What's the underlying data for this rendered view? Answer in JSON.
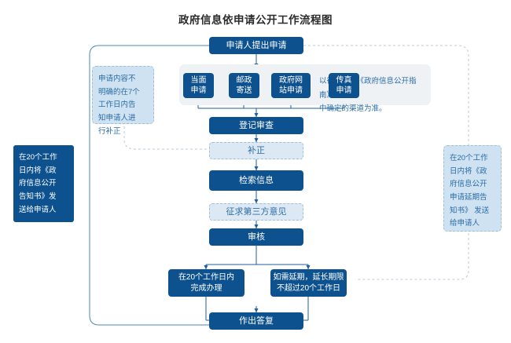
{
  "chart_data": {
    "type": "diagram",
    "title": "政府信息依申请公开工作流程图",
    "nodes": [
      {
        "id": "apply",
        "label": "申请人提出申请",
        "style": "solid"
      },
      {
        "id": "m1",
        "label": "当面\n申请",
        "style": "solid"
      },
      {
        "id": "m2",
        "label": "邮政\n寄送",
        "style": "solid"
      },
      {
        "id": "m3",
        "label": "政府网\n站申请",
        "style": "solid"
      },
      {
        "id": "m4",
        "label": "传真\n申请",
        "style": "solid"
      },
      {
        "id": "register",
        "label": "登记审查",
        "style": "solid"
      },
      {
        "id": "fix",
        "label": "补正",
        "style": "ghost"
      },
      {
        "id": "search",
        "label": "检索信息",
        "style": "solid"
      },
      {
        "id": "thirdparty",
        "label": "征求第三方意见",
        "style": "ghost"
      },
      {
        "id": "review",
        "label": "审核",
        "style": "solid"
      },
      {
        "id": "within20",
        "label": "在20个工作日内\n完成办理",
        "style": "solid"
      },
      {
        "id": "extend",
        "label": "如需延期，延长期限\n不超过20个工作日",
        "style": "solid"
      },
      {
        "id": "reply",
        "label": "作出答复",
        "style": "solid"
      }
    ],
    "annotations": [
      {
        "id": "note-left-top",
        "label": "申请内容不\n明确的在7个\n工作日内告\n知申请人进\n行补正",
        "style": "light"
      },
      {
        "id": "note-channels",
        "label": "以行政机关《政府信息公开指南》\n中确定的渠道为准。",
        "style": "plain"
      },
      {
        "id": "note-left",
        "label": "在20个工作\n日内将《政\n府信息公开\n告知书》发\n送给申请人",
        "style": "dark"
      },
      {
        "id": "note-right",
        "label": "在20个工作\n日内将《政\n府信息公开\n申请延期告\n知书》 发送\n给申请人",
        "style": "light"
      }
    ],
    "edges": [
      {
        "from": "apply",
        "to": "m1"
      },
      {
        "from": "apply",
        "to": "m2"
      },
      {
        "from": "apply",
        "to": "m3"
      },
      {
        "from": "apply",
        "to": "m4"
      },
      {
        "from": "m1",
        "to": "register"
      },
      {
        "from": "m2",
        "to": "register"
      },
      {
        "from": "m3",
        "to": "register"
      },
      {
        "from": "m4",
        "to": "register"
      },
      {
        "from": "register",
        "to": "fix"
      },
      {
        "from": "fix",
        "to": "search"
      },
      {
        "from": "search",
        "to": "thirdparty"
      },
      {
        "from": "thirdparty",
        "to": "review"
      },
      {
        "from": "review",
        "to": "within20"
      },
      {
        "from": "review",
        "to": "extend"
      },
      {
        "from": "within20",
        "to": "reply"
      },
      {
        "from": "extend",
        "to": "reply"
      },
      {
        "from": "note-left-top",
        "to": "fix",
        "dashed": true
      },
      {
        "from": "apply",
        "to": "note-left",
        "solid": true
      },
      {
        "from": "note-left",
        "to": "reply",
        "solid": true
      },
      {
        "from": "apply",
        "to": "note-right",
        "dashed": true
      },
      {
        "from": "note-right",
        "to": "extend",
        "dashed": true
      }
    ],
    "colors": {
      "primary": "#0d528f",
      "ghost_fill": "#dce9f5",
      "ghost_border": "#9cc0dd",
      "side_fill": "#cfe2f1",
      "panel_fill": "#eef2f5",
      "accent_text": "#2a6ca6",
      "title_text": "#2b2b2b",
      "background": "#ffffff"
    }
  },
  "header": {
    "title": "政府信息依申请公开工作流程图"
  },
  "flow": {
    "apply": "申请人提出申请",
    "methods": [
      "当面\n申请",
      "邮政\n寄送",
      "政府网\n站申请",
      "传真\n申请"
    ],
    "register": "登记审查",
    "fix": "补正",
    "search": "检索信息",
    "thirdparty": "征求第三方意见",
    "review": "审核",
    "within20": "在20个工作日内\n完成办理",
    "extend": "如需延期，延长期限\n不超过20个工作日",
    "reply": "作出答复"
  },
  "notes": {
    "left_top": "申请内容不\n明确的在7个\n工作日内告\n知申请人进\n行补正",
    "channels": "以行政机关《政府信息公开指南》\n中确定的渠道为准。",
    "left": "在20个工作\n日内将《政\n府信息公开\n告知书》发\n送给申请人",
    "right": "在20个工作\n日内将《政\n府信息公开\n申请延期告\n知书》 发送\n给申请人"
  }
}
